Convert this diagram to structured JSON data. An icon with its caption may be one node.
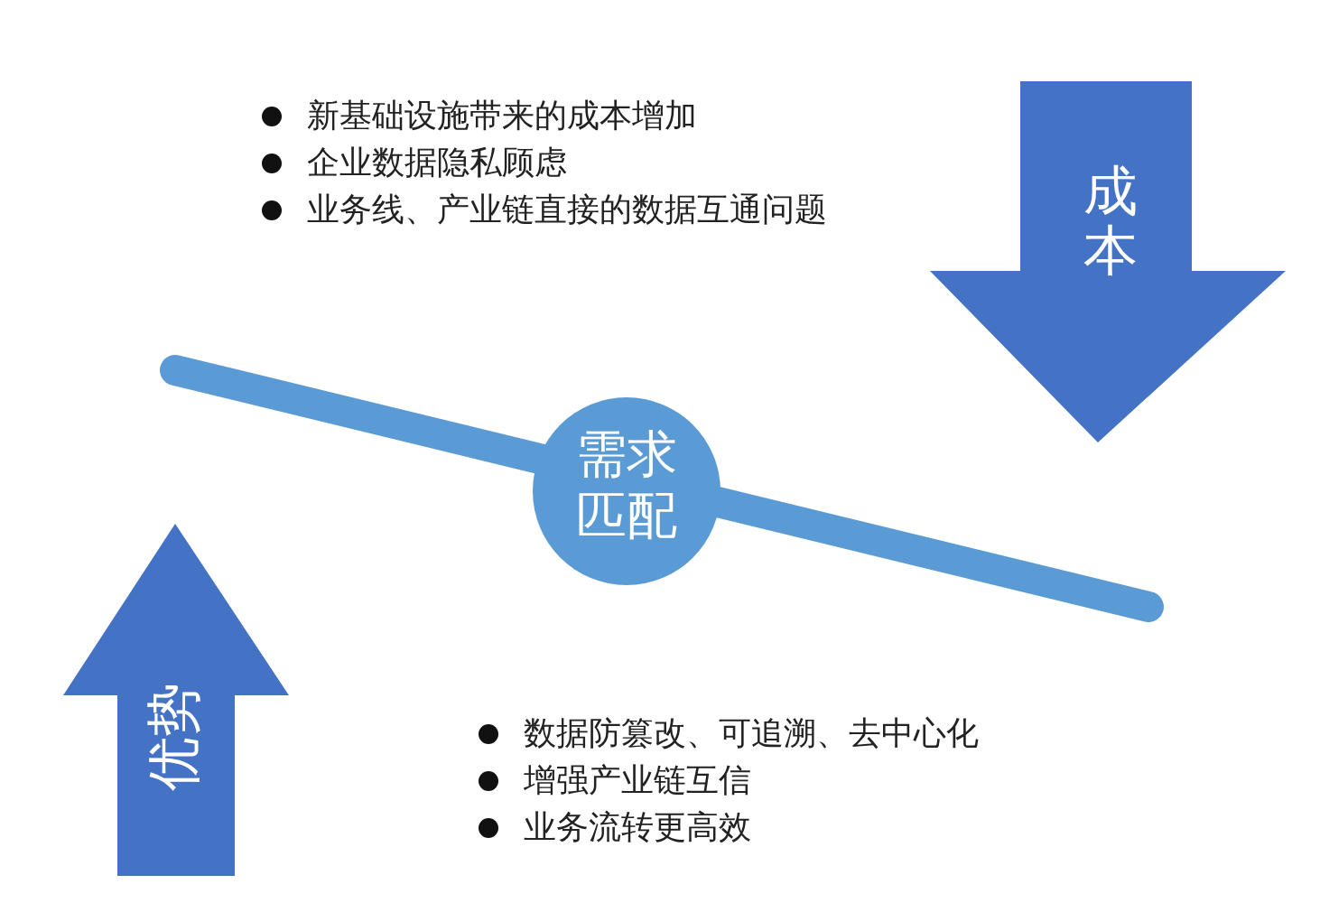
{
  "diagram": {
    "nodes": [
      {
        "text": [
          "成本"
        ]
      },
      {
        "text": [
          "需求匹配"
        ]
      },
      {
        "text": [
          "优势"
        ]
      }
    ],
    "labels": [
      "新基础设施带来的成本增加",
      "企业数据隐私顾虑",
      "业务线、产业链直接的数据互通问题",
      "数据防篡改、可追溯、去中心化",
      "增强产业链互信",
      "业务流转更高效"
    ]
  }
}
